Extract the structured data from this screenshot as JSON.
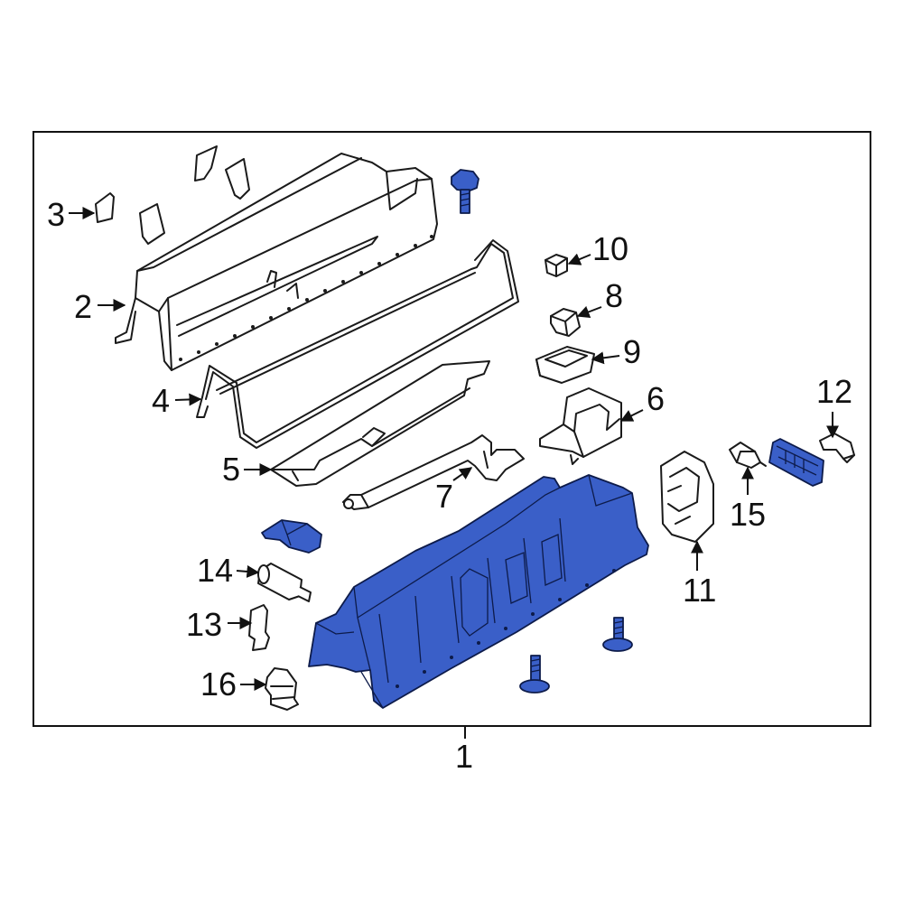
{
  "diagram": {
    "highlight_color": "#3a5fc8",
    "outline_color": "#1a1a1a",
    "callouts": [
      "1",
      "2",
      "3",
      "4",
      "5",
      "6",
      "7",
      "8",
      "9",
      "10",
      "11",
      "12",
      "13",
      "14",
      "15",
      "16"
    ]
  }
}
